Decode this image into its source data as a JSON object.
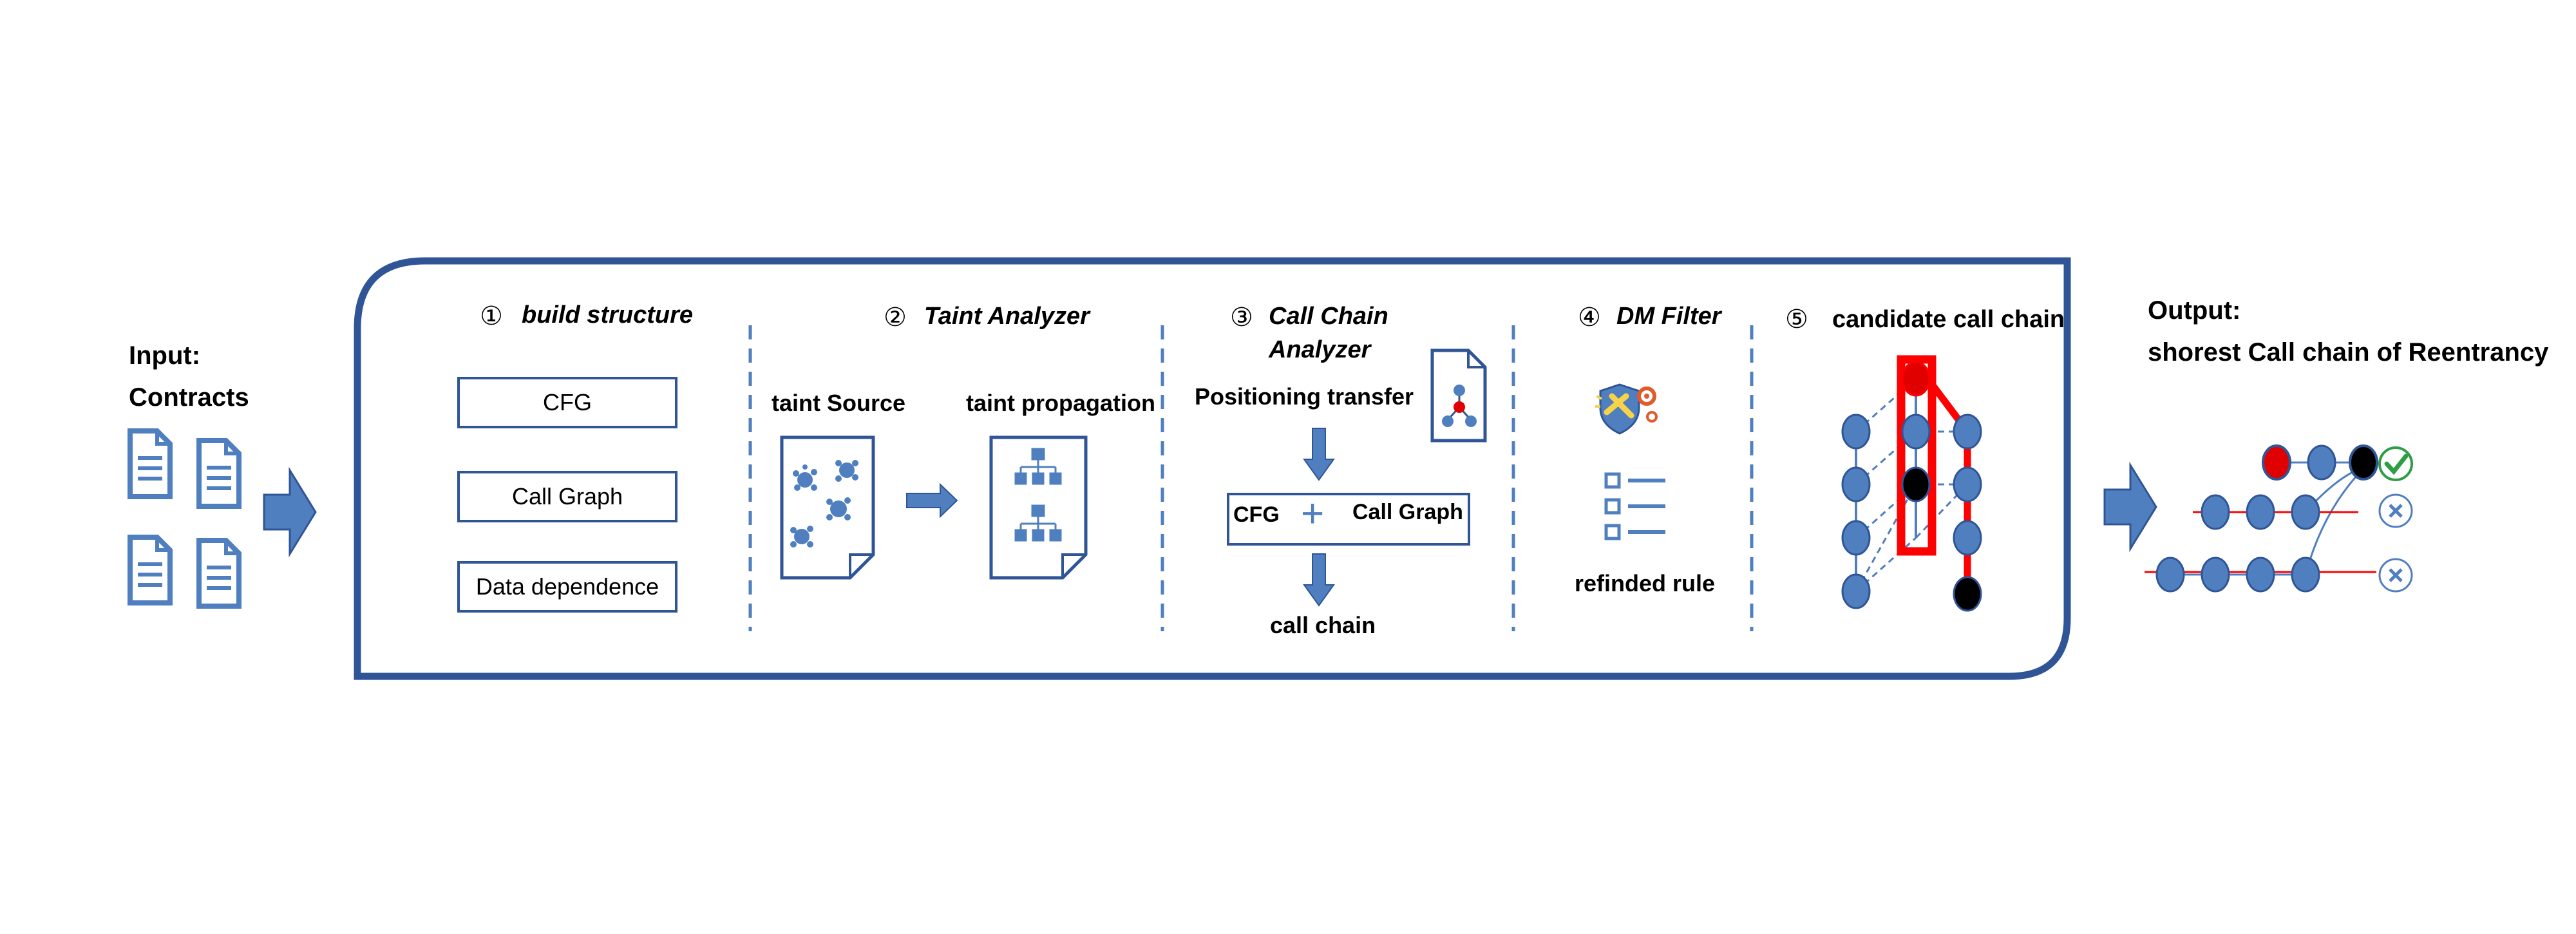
{
  "input": {
    "line1": "Input:",
    "line2": "Contracts"
  },
  "output": {
    "line1": "Output:",
    "line2": "shorest Call chain of Reentrancy"
  },
  "stage1": {
    "number": "①",
    "title": "build structure",
    "boxes": [
      "CFG",
      "Call Graph",
      "Data dependence"
    ]
  },
  "stage2": {
    "number": "②",
    "title": "Taint Analyzer",
    "source_label": "taint Source",
    "propagation_label": "taint propagation"
  },
  "stage3": {
    "number": "③",
    "title_line1": "Call Chain",
    "title_line2": "Analyzer",
    "positioning_label": "Positioning transfer",
    "cfg_label": "CFG",
    "plus": "+",
    "callgraph_label": "Call Graph",
    "result_label": "call chain"
  },
  "stage4": {
    "number": "④",
    "title": "DM Filter",
    "rule_label": "refinded rule"
  },
  "stage5": {
    "number": "⑤",
    "title": "candidate call chain"
  },
  "colors": {
    "accent_blue": "#2f5597",
    "node_blue": "#4f7fbf",
    "highlight_red": "#ff0000",
    "check_green": "#2e9e44"
  }
}
